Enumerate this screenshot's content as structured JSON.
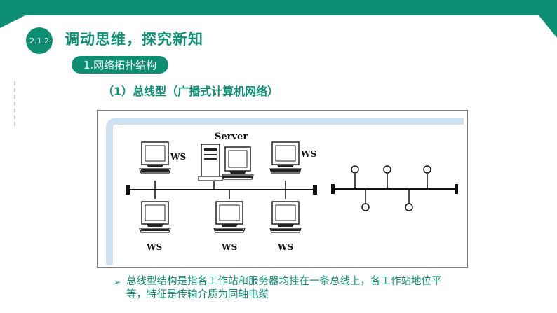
{
  "header": {
    "section_number": "2.1.2",
    "title": "调动思维，探究新知",
    "subtitle": "1.网络拓扑结构"
  },
  "content": {
    "heading": "（1）总线型（广播式计算机网络）",
    "figure": {
      "server_label": "Server",
      "ws_label": "WS"
    },
    "note": "总线型结构是指各工作站和服务器均挂在一条总线上，各工作站地位平等，特征是传输介质为同轴电缆",
    "note_arrow_icon": "arrow-right-icon"
  },
  "colors": {
    "accent": "#0e8f74",
    "figure_shadow": "#cfe1ef"
  }
}
